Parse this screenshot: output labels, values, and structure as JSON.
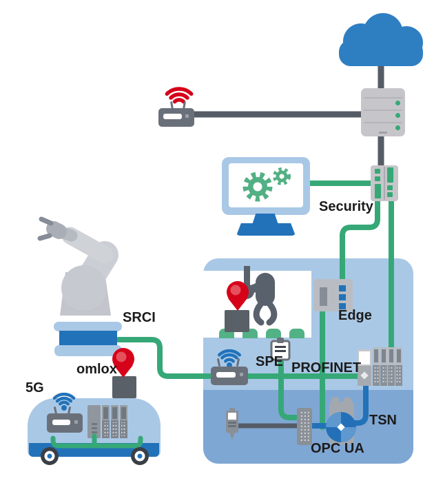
{
  "labels": {
    "security": "Security",
    "edge": "Edge",
    "srci": "SRCI",
    "omlox": "omlox",
    "five_g": "5G",
    "spe": "SPE",
    "profinet": "PROFINET",
    "tsn": "TSN",
    "opc_ua": "OPC UA"
  },
  "colors": {
    "green": "#36A877",
    "accent_blue": "#2272B9",
    "light_blue": "#A9C8E6",
    "medium_blue": "#7FA7D4",
    "red": "#D6021A",
    "dark_gray": "#555C66",
    "device_gray": "#C6C6CA",
    "cloud_blue": "#2E7EC2"
  },
  "icons": {
    "cloud": "cloud-icon",
    "server": "server-rack-icon",
    "security_appliance": "security-appliance-icon",
    "monitor": "monitor-gears-icon",
    "gears": "gear-icon",
    "wifi_access_point": "wifi-router-icon",
    "robot": "robot-arm-icon",
    "location_pin": "location-pin-icon",
    "agv": "agv-vehicle-icon",
    "agv_plc": "plc-icon",
    "machine_gripper": "gripper-icon",
    "edge_device": "edge-device-icon",
    "spe_clipboard": "clipboard-icon",
    "plc_rack": "plc-icon",
    "motor": "motor-icon",
    "sensor": "sensor-icon",
    "io_module": "io-module-icon"
  }
}
